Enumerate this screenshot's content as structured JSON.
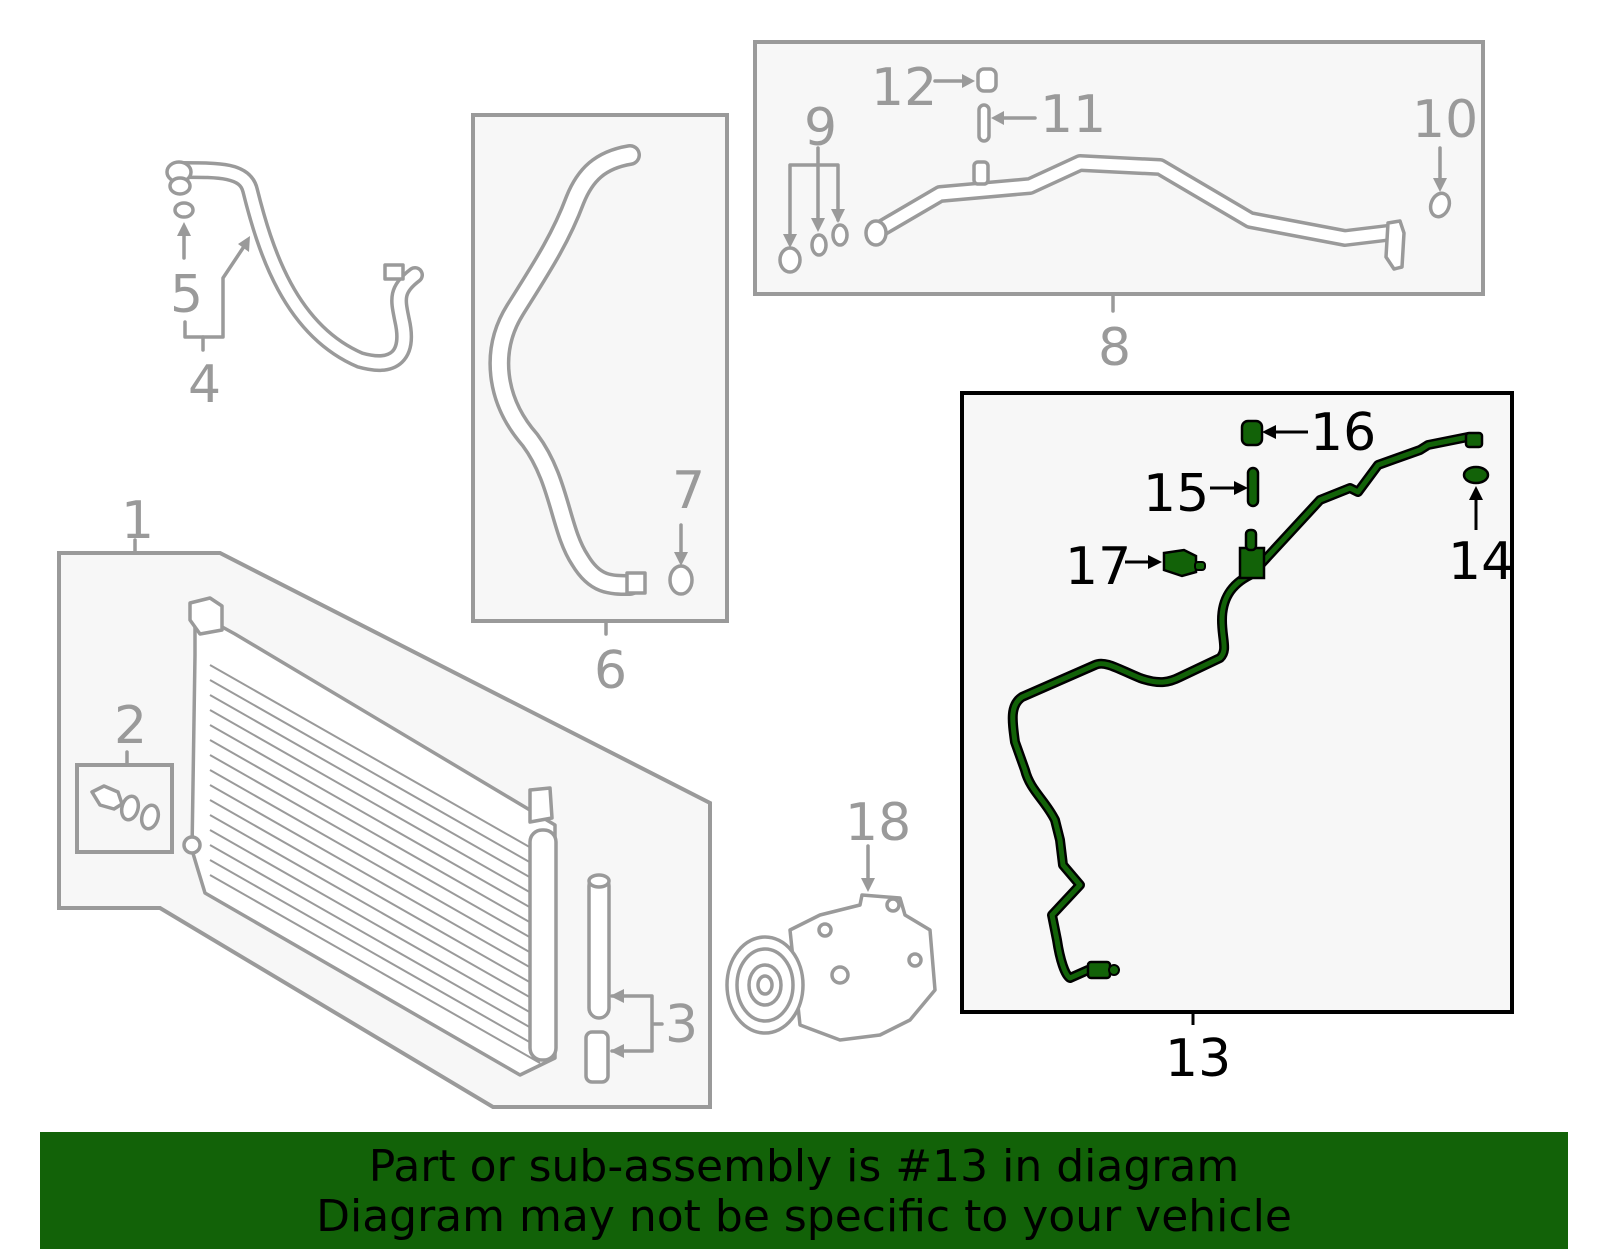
{
  "banner": {
    "line1": "Part or sub-assembly is #13 in diagram",
    "line2": "Diagram may not be specific to your vehicle",
    "background_color": "#126208"
  },
  "highlight": {
    "part_number": "13",
    "color": "#126208"
  },
  "callouts": {
    "c1": "1",
    "c2": "2",
    "c3": "3",
    "c4": "4",
    "c5": "5",
    "c6": "6",
    "c7": "7",
    "c8": "8",
    "c9": "9",
    "c10": "10",
    "c11": "11",
    "c12": "12",
    "c13": "13",
    "c14": "14",
    "c15": "15",
    "c16": "16",
    "c17": "17",
    "c18": "18"
  },
  "parts": [
    {
      "id": "1",
      "name": "condenser-assembly"
    },
    {
      "id": "2",
      "name": "fitting-and-o-rings-kit"
    },
    {
      "id": "3",
      "name": "desiccant-and-plug"
    },
    {
      "id": "4",
      "name": "discharge-hose"
    },
    {
      "id": "5",
      "name": "o-ring"
    },
    {
      "id": "6",
      "name": "suction-hose"
    },
    {
      "id": "7",
      "name": "o-ring"
    },
    {
      "id": "8",
      "name": "suction-tube"
    },
    {
      "id": "9",
      "name": "fitting-and-o-rings"
    },
    {
      "id": "10",
      "name": "o-ring"
    },
    {
      "id": "11",
      "name": "valve-core"
    },
    {
      "id": "12",
      "name": "cap"
    },
    {
      "id": "13",
      "name": "liquid-line-highlighted"
    },
    {
      "id": "14",
      "name": "o-ring"
    },
    {
      "id": "15",
      "name": "valve-core"
    },
    {
      "id": "16",
      "name": "cap"
    },
    {
      "id": "17",
      "name": "pressure-sensor"
    },
    {
      "id": "18",
      "name": "compressor"
    }
  ]
}
